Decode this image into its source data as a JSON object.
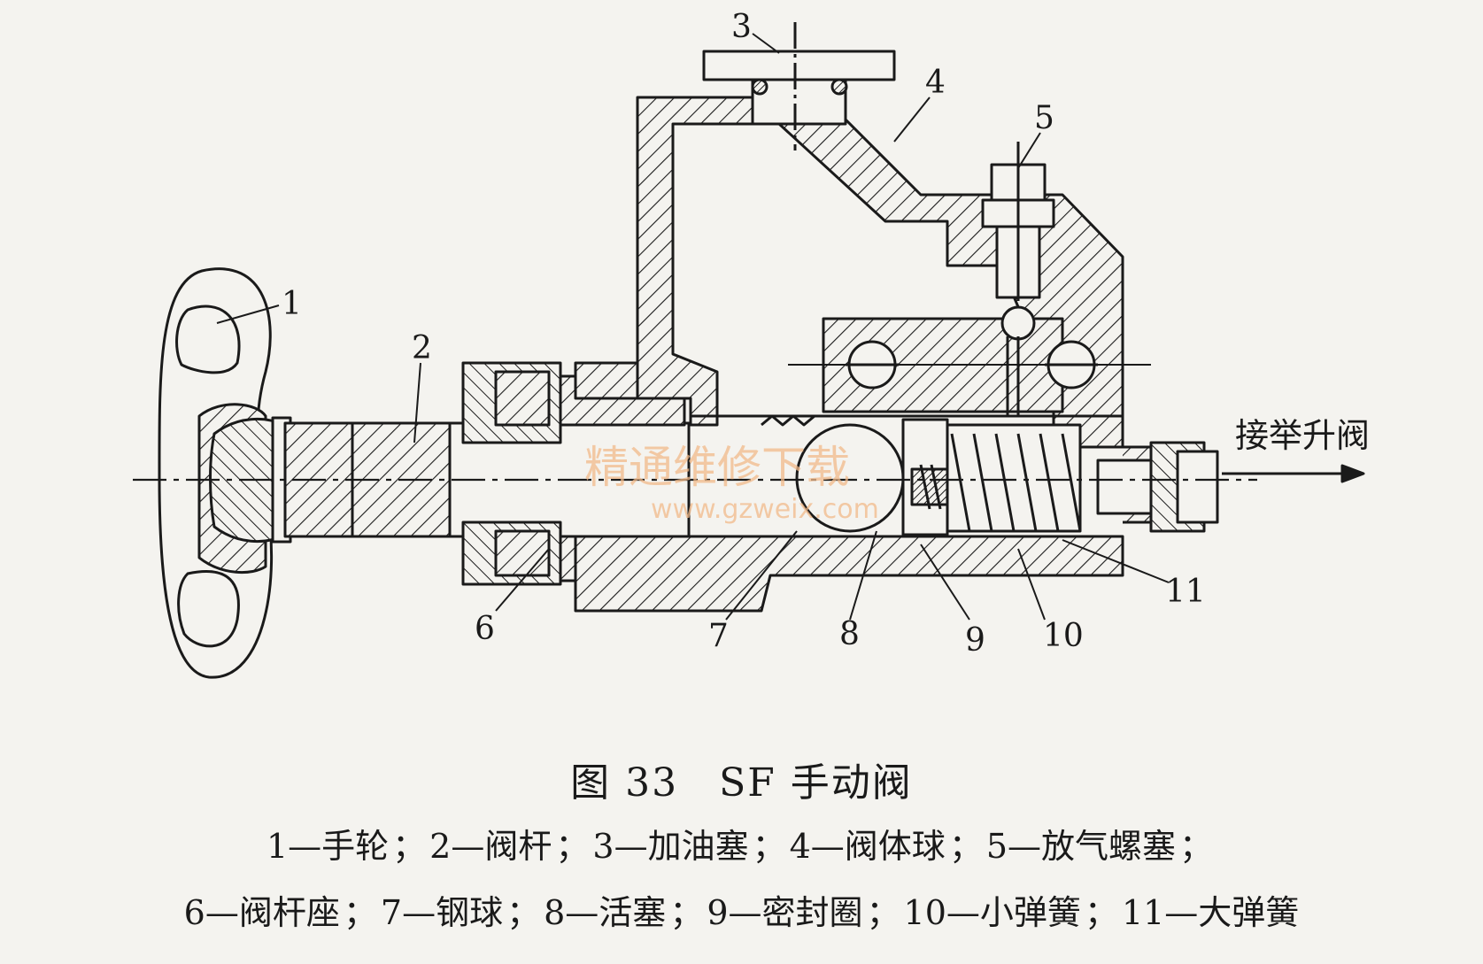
{
  "part_numbers": [
    "1",
    "2",
    "3",
    "4",
    "5",
    "6",
    "7",
    "8",
    "9",
    "10",
    "11"
  ],
  "outlet_label": "接举升阀",
  "watermark": {
    "cn": "精通维修下载",
    "url": "www.gzweix.com"
  },
  "caption": {
    "title": "图 33　SF 手动阀",
    "legend_line1": [
      {
        "num": "1",
        "name": "手轮"
      },
      {
        "num": "2",
        "name": "阀杆"
      },
      {
        "num": "3",
        "name": "加油塞"
      },
      {
        "num": "4",
        "name": "阀体球"
      },
      {
        "num": "5",
        "name": "放气螺塞"
      }
    ],
    "legend_line2": [
      {
        "num": "6",
        "name": "阀杆座"
      },
      {
        "num": "7",
        "name": "钢球"
      },
      {
        "num": "8",
        "name": "活塞"
      },
      {
        "num": "9",
        "name": "密封圈"
      },
      {
        "num": "10",
        "name": "小弹簧"
      },
      {
        "num": "11",
        "name": "大弹簧"
      }
    ]
  }
}
